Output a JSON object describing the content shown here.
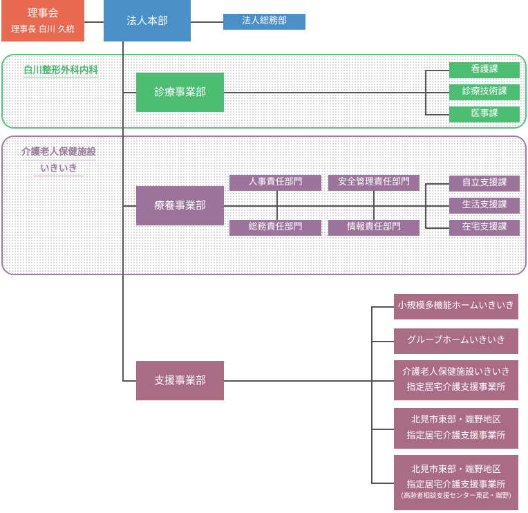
{
  "board": {
    "title": "理事会",
    "subtitle": "理事長 白川 久統"
  },
  "hq": {
    "title": "法人本部"
  },
  "general_affairs": {
    "title": "法人総務部"
  },
  "clinic": {
    "name": "白川整形外科内科",
    "dept": "診療事業部",
    "sections": [
      "看護課",
      "診療技術課",
      "医事課"
    ]
  },
  "facility": {
    "name_line1": "介護老人保健施設",
    "name_line2": "いきいき",
    "dept": "療養事業部",
    "responsibles": [
      "人事責任部門",
      "安全管理責任部門",
      "総務責任部門",
      "情報責任部門"
    ],
    "sections": [
      "自立支援課",
      "生活支援課",
      "在宅支援課"
    ]
  },
  "support": {
    "dept": "支援事業部",
    "units": [
      {
        "line1": "小規模多機能ホームいきいき"
      },
      {
        "line1": "グループホームいきいき"
      },
      {
        "line1": "介護老人保健施設いきいき",
        "line2": "指定居宅介護支援事業所"
      },
      {
        "line1": "北見市東部・端野地区",
        "line2": "指定居宅介護支援事業所"
      },
      {
        "line1": "北見市東部・端野地区",
        "line2": "指定居宅介護支援事業所",
        "line3": "(高齢者相談支援センター東武・端野)"
      }
    ]
  }
}
